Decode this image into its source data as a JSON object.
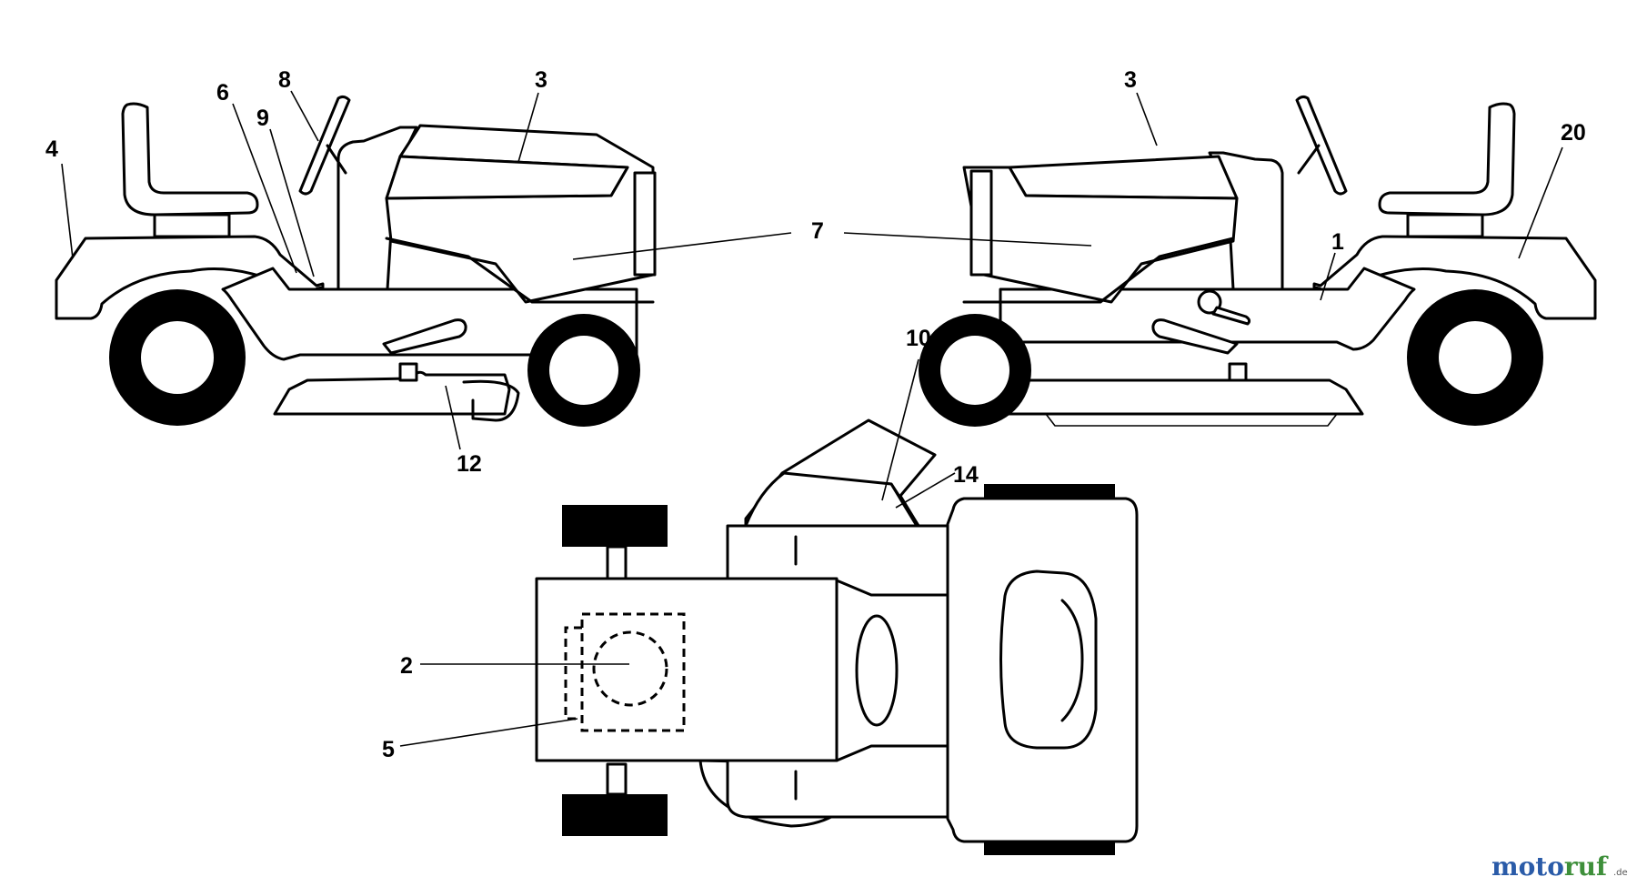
{
  "callouts": {
    "c1": "1",
    "c2": "2",
    "c3_left": "3",
    "c3_right": "3",
    "c4": "4",
    "c5": "5",
    "c6": "6",
    "c7": "7",
    "c8": "8",
    "c9": "9",
    "c10": "10",
    "c12": "12",
    "c14": "14",
    "c20": "20"
  },
  "watermark": {
    "part1": "moto",
    "part2": "ruf",
    "suffix": ".de",
    "color_primary": "#2a5ba8",
    "color_accent": "#3e8f3a"
  },
  "colors": {
    "line": "#000000",
    "background": "#ffffff"
  }
}
